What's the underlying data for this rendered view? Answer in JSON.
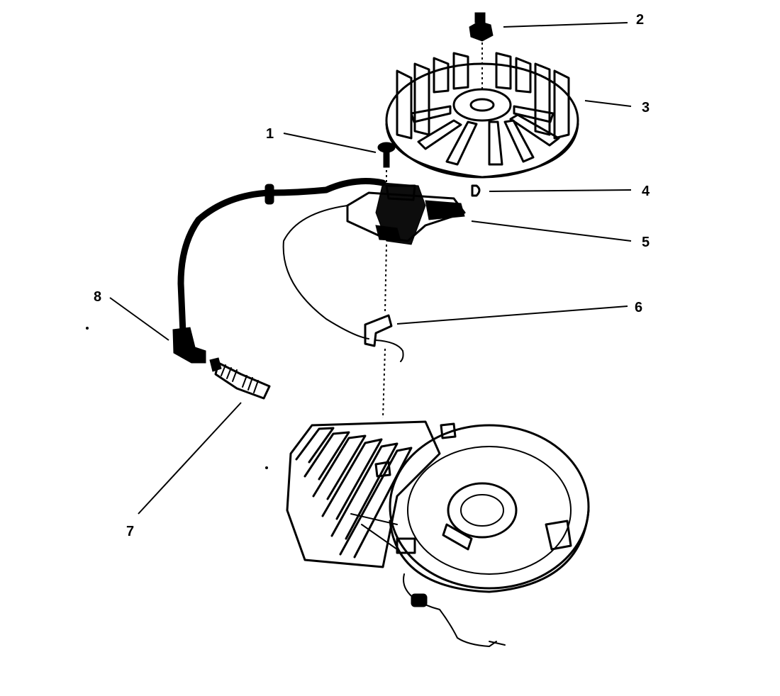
{
  "diagram": {
    "labels": [
      {
        "id": "1",
        "text": "1"
      },
      {
        "id": "2",
        "text": "2"
      },
      {
        "id": "3",
        "text": "3"
      },
      {
        "id": "4",
        "text": "4"
      },
      {
        "id": "5",
        "text": "5"
      },
      {
        "id": "6",
        "text": "6"
      },
      {
        "id": "7",
        "text": "7"
      },
      {
        "id": "8",
        "text": "8"
      }
    ],
    "parts": [
      "screw",
      "flywheel-nut",
      "flywheel",
      "flywheel-key",
      "ignition-module",
      "wire-clip",
      "spark-plug",
      "spark-plug-boot"
    ]
  }
}
